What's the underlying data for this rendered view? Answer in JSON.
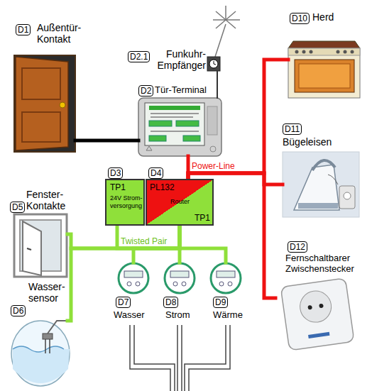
{
  "diagram": {
    "nodes": [
      {
        "text": [
          "D1",
          "Außentür- Kontakt"
        ]
      },
      {
        "text": [
          "D2.1",
          "Funkuhr- Empfänger"
        ]
      },
      {
        "text": [
          "D2",
          "Tür-Terminal"
        ]
      },
      {
        "text": [
          "D10",
          "Herd"
        ]
      },
      {
        "text": [
          "D11",
          "Bügeleisen"
        ]
      },
      {
        "text": [
          "D3",
          "TP1",
          "24V Strom- versorgung"
        ]
      },
      {
        "text": [
          "D4",
          "PL132",
          "Router",
          "TP1"
        ]
      },
      {
        "text": [
          "D5",
          "Fenster- Kontakte"
        ]
      },
      {
        "text": [
          "D12",
          "Fernschaltbarer Zwischenstecker"
        ]
      },
      {
        "text": [
          "D6",
          "Wasser- sensor"
        ]
      },
      {
        "text": [
          "D7",
          "Wasser"
        ]
      },
      {
        "text": [
          "D8",
          "Strom"
        ]
      },
      {
        "text": [
          "D9",
          "Wärme"
        ]
      }
    ],
    "edges": [
      {
        "from": 0,
        "to": 2,
        "arrow": "none"
      },
      {
        "from": 1,
        "to": 2,
        "arrow": "none"
      },
      {
        "from": 6,
        "to": 2,
        "arrow": "none"
      },
      {
        "from": 6,
        "to": 3,
        "arrow": "none",
        "label": "Power-Line"
      },
      {
        "from": 6,
        "to": 4,
        "arrow": "none"
      },
      {
        "from": 6,
        "to": 8,
        "arrow": "none"
      },
      {
        "from": 6,
        "to": 5,
        "arrow": "none",
        "label": "Twisted Pair"
      },
      {
        "from": 6,
        "to": 7,
        "arrow": "none"
      },
      {
        "from": 6,
        "to": 9,
        "arrow": "none"
      },
      {
        "from": 6,
        "to": 10,
        "arrow": "none"
      },
      {
        "from": 6,
        "to": 11,
        "arrow": "none"
      },
      {
        "from": 6,
        "to": 12,
        "arrow": "none"
      }
    ]
  }
}
